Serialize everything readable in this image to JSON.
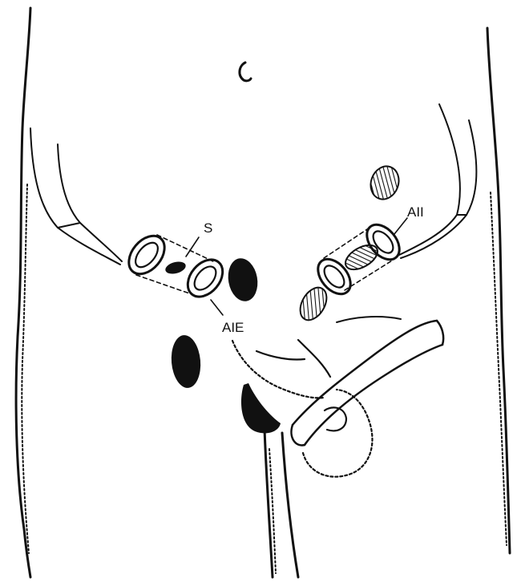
{
  "labels": {
    "s": "S",
    "aie": "AIE",
    "aii": "AII"
  },
  "colors": {
    "ink": "#111111",
    "background": "#ffffff"
  }
}
